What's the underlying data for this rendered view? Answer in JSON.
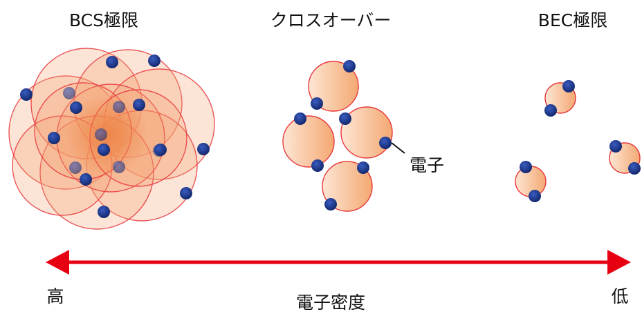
{
  "headings": {
    "bcs": "BCS極限",
    "crossover": "クロスオーバー",
    "bec": "BEC極限"
  },
  "electron_label": "電子",
  "axis": {
    "left": "高",
    "title": "電子密度",
    "right": "低"
  },
  "colors": {
    "circle_stroke": "#e8383d",
    "circle_fill_light": "#fde3d0",
    "circle_fill_dark": "#f3a26c",
    "overlap_core": "#e8732e",
    "electron": "#1e3a8a",
    "arrow": "#e60012"
  }
}
